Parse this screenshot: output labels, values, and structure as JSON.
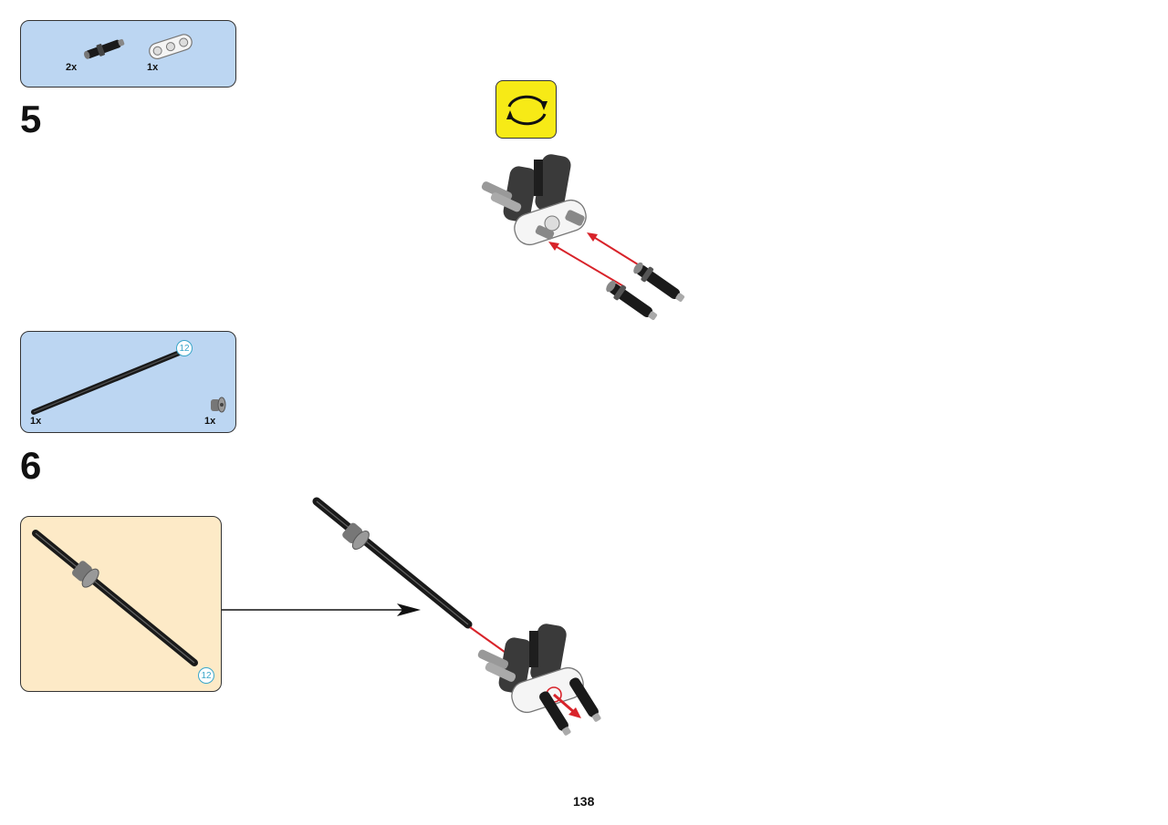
{
  "page": {
    "number": "138"
  },
  "step5": {
    "number": "5",
    "parts": [
      {
        "name": "long-pin-with-stop",
        "qty": "2x"
      },
      {
        "name": "beam-3-white",
        "qty": "1x"
      }
    ]
  },
  "step6": {
    "number": "6",
    "parts": [
      {
        "name": "axle-12",
        "qty": "1x",
        "length_badge": "12"
      },
      {
        "name": "bush",
        "qty": "1x"
      }
    ],
    "submodel": {
      "length_badge": "12"
    }
  },
  "colors": {
    "parts_bg": "#bcd6f2",
    "submodel_bg": "#fdeac7",
    "rotate_bg": "#f7ea16",
    "arrow_red": "#d8232a",
    "badge": "#3aa6c9"
  }
}
